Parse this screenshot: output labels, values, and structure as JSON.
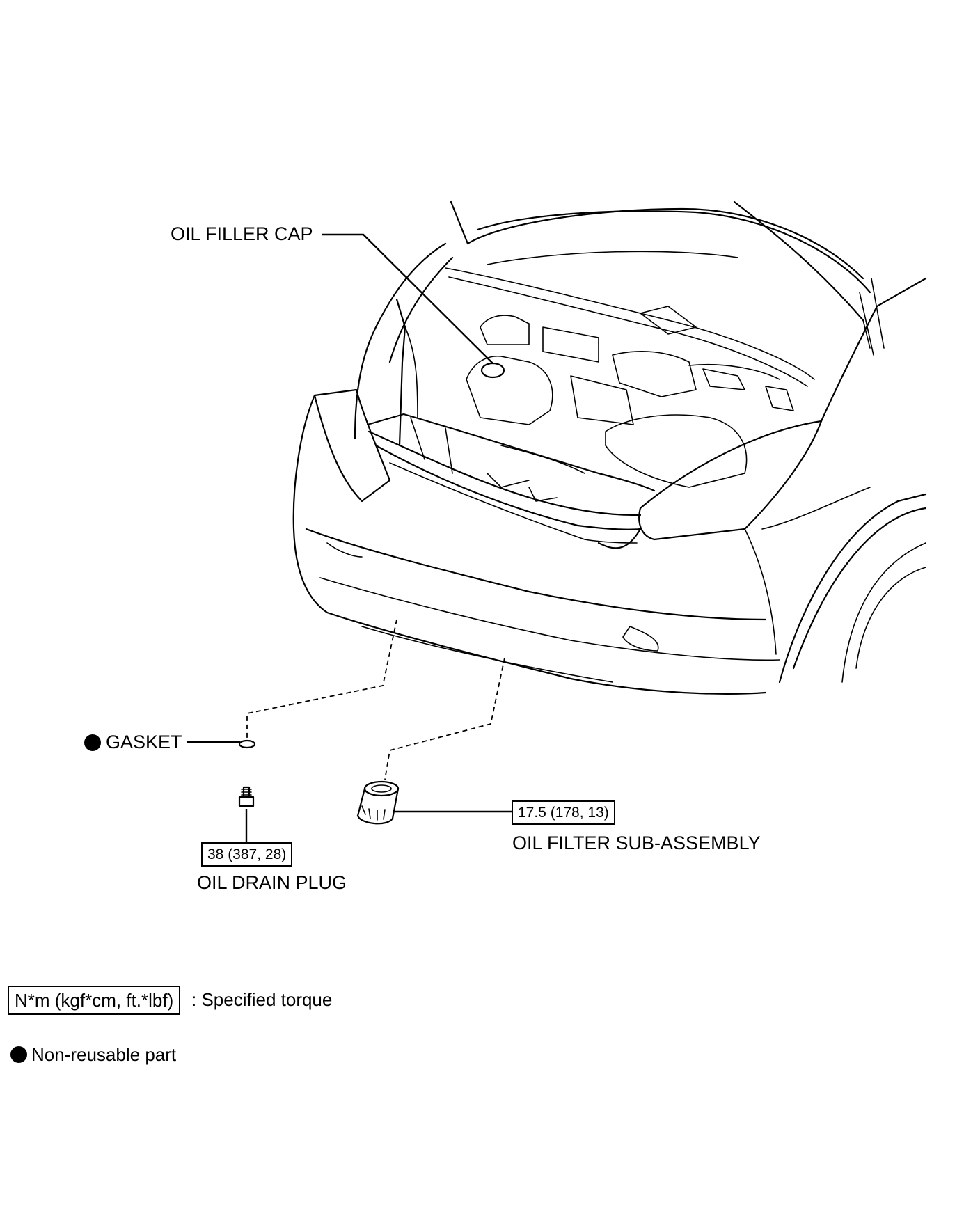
{
  "labels": {
    "oil_filler_cap": "OIL FILLER CAP",
    "gasket": "GASKET",
    "oil_drain_plug": "OIL DRAIN PLUG",
    "oil_filter": "OIL FILTER SUB-ASSEMBLY"
  },
  "torques": {
    "drain_plug": "38 (387, 28)",
    "oil_filter": "17.5 (178, 13)"
  },
  "legend": {
    "torque_units": "N*m (kgf*cm, ft.*lbf)",
    "torque_desc": ": Specified torque",
    "non_reusable": "Non-reusable part"
  }
}
